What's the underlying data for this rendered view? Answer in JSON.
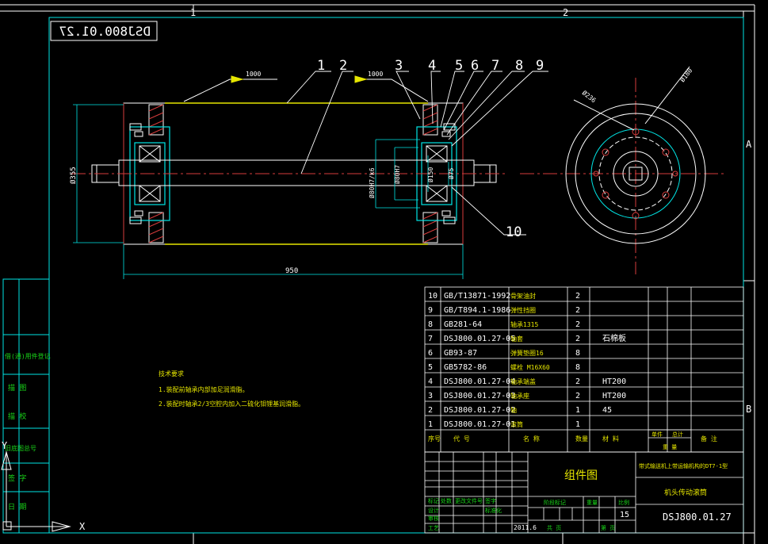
{
  "frame": {
    "zone_numbers": [
      "1",
      "2"
    ],
    "zone_letters": [
      "A",
      "B"
    ],
    "mirrored_drawing_no": "DSJ800.01.27"
  },
  "side_labels": [
    "借(通)用件登记",
    "描 图",
    "描 校",
    "旧底图总号",
    "签 字",
    "日 期"
  ],
  "ucs": {
    "x": "X",
    "y": "Y"
  },
  "balloons": [
    "1",
    "2",
    "3",
    "4",
    "5",
    "6",
    "7",
    "8",
    "9",
    "10"
  ],
  "dimensions": {
    "length": "950",
    "left_dia": "Ø355",
    "bearing_seat_1": "Ø80H7/k6",
    "bearing_seat_2": "Ø80H7",
    "bearing_dia_1": "Ø150",
    "bearing_dia_2": "Ø75",
    "weld_1": "1000",
    "weld_2": "1000",
    "end_dia_1": "Ø236",
    "end_dia_2": "Ø180"
  },
  "tech_notes": {
    "title": "技术要求",
    "lines": [
      "1.装配前轴承内部加足润滑脂。",
      "2.装配时轴承2/3空腔内加入二硫化钼锂基润滑脂。"
    ]
  },
  "bom": {
    "rows": [
      {
        "no": "10",
        "code": "GB/T13871-1992",
        "name": "骨架油封",
        "qty": "2",
        "material": "",
        "note": ""
      },
      {
        "no": "9",
        "code": "GB/T894.1-1986",
        "name": "弹性挡圈",
        "qty": "2",
        "material": "",
        "note": ""
      },
      {
        "no": "8",
        "code": "GB281-64",
        "name": "轴承1315",
        "qty": "2",
        "material": "",
        "note": ""
      },
      {
        "no": "7",
        "code": "DSJ800.01.27-05",
        "name": "轴套",
        "qty": "2",
        "material": "石棉板",
        "note": ""
      },
      {
        "no": "6",
        "code": "GB93-87",
        "name": "弹簧垫圈16",
        "qty": "8",
        "material": "",
        "note": ""
      },
      {
        "no": "5",
        "code": "GB5782-86",
        "name": "螺栓 M16X60",
        "qty": "8",
        "material": "",
        "note": ""
      },
      {
        "no": "4",
        "code": "DSJ800.01.27-04",
        "name": "轴承端盖",
        "qty": "2",
        "material": "HT200",
        "note": ""
      },
      {
        "no": "3",
        "code": "DSJ800.01.27-03",
        "name": "轴承座",
        "qty": "2",
        "material": "HT200",
        "note": ""
      },
      {
        "no": "2",
        "code": "DSJ800.01.27-02",
        "name": "轴",
        "qty": "1",
        "material": "45",
        "note": ""
      },
      {
        "no": "1",
        "code": "DSJ800.01.27-01",
        "name": "滚筒",
        "qty": "1",
        "material": "",
        "note": ""
      }
    ],
    "header": {
      "no": "序号",
      "code": "代 号",
      "name": "名 称",
      "qty": "数量",
      "material": "材 料",
      "unit": "单件",
      "total": "总计",
      "weight": "重 量",
      "note": "备 注"
    }
  },
  "title_block": {
    "drawing_type": "组件图",
    "project": "带式输送机上带运输机构的DT7-1型",
    "part_name": "机头传动滚筒",
    "drawing_no": "DSJ800.01.27",
    "scale_value": "15",
    "date": "2011.6",
    "labels": {
      "marks": "标记",
      "zones": "处数",
      "change_doc": "更改文件号",
      "sign": "签字",
      "designer": "设计",
      "checker": "审核",
      "approver": "工艺",
      "std": "标准化",
      "stage": "阶段标记",
      "weight": "重量",
      "ratio": "比例",
      "sheet": "共 页",
      "page": "第 页"
    }
  }
}
